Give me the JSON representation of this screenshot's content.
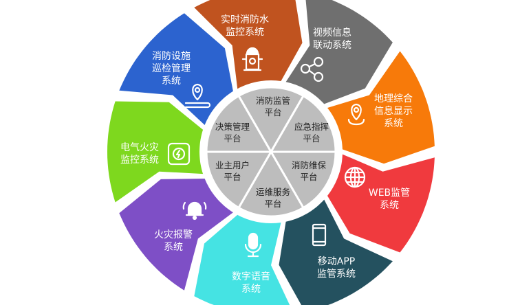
{
  "outer_segments": [
    {
      "lines": [
        "实时消防水",
        "监控系统"
      ],
      "color": "#c0531f",
      "icon": "fire-hydrant-icon"
    },
    {
      "lines": [
        "视频信息",
        "联动系统"
      ],
      "color": "#6f6f6f",
      "icon": "share-nodes-icon"
    },
    {
      "lines": [
        "地理综合",
        "信息显示",
        "系统"
      ],
      "color": "#f77a0a",
      "icon": "map-pin-icon"
    },
    {
      "lines": [
        "WEB监管",
        "系统"
      ],
      "color": "#f03a3e",
      "icon": "globe-icon"
    },
    {
      "lines": [
        "移动APP",
        "监管系统"
      ],
      "color": "#24515f",
      "icon": "mobile-phone-icon"
    },
    {
      "lines": [
        "数字语音",
        "系统"
      ],
      "color": "#45e3e3",
      "icon": "microphone-icon"
    },
    {
      "lines": [
        "火灾报警",
        "系统"
      ],
      "color": "#7e4fc6",
      "icon": "alarm-bell-icon"
    },
    {
      "lines": [
        "电气火灾",
        "监控系统"
      ],
      "color": "#7ed81e",
      "icon": "power-bolt-icon"
    },
    {
      "lines": [
        "消防设施",
        "巡检管理",
        "系统"
      ],
      "color": "#2c63cf",
      "icon": "route-location-icon"
    }
  ],
  "inner_platforms": [
    {
      "lines": [
        "消防监管",
        "平台"
      ]
    },
    {
      "lines": [
        "应急指挥",
        "平台"
      ]
    },
    {
      "lines": [
        "消防维保",
        "平台"
      ]
    },
    {
      "lines": [
        "运维服务",
        "平台"
      ]
    },
    {
      "lines": [
        "业主用户",
        "平台"
      ]
    },
    {
      "lines": [
        "决策管理",
        "平台"
      ]
    }
  ],
  "inner_color": "#bdbdbd"
}
